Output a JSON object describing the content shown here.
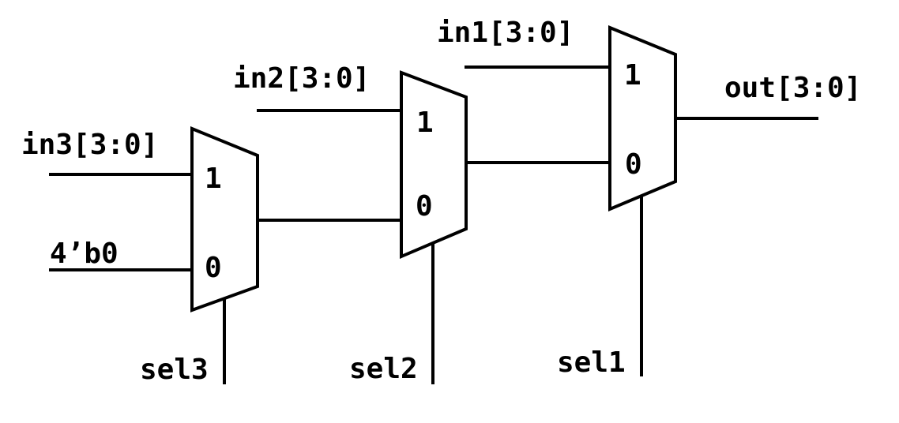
{
  "colors": {
    "stroke": "#000000",
    "background": "#ffffff"
  },
  "signals": {
    "in3": "in3[3:0]",
    "const_zero": "4’b0",
    "in2": "in2[3:0]",
    "in1": "in1[3:0]",
    "out": "out[3:0]"
  },
  "muxes": [
    {
      "name": "mux-sel3",
      "port1": "1",
      "port0": "0",
      "select": "sel3"
    },
    {
      "name": "mux-sel2",
      "port1": "1",
      "port0": "0",
      "select": "sel2"
    },
    {
      "name": "mux-sel1",
      "port1": "1",
      "port0": "0",
      "select": "sel1"
    }
  ]
}
